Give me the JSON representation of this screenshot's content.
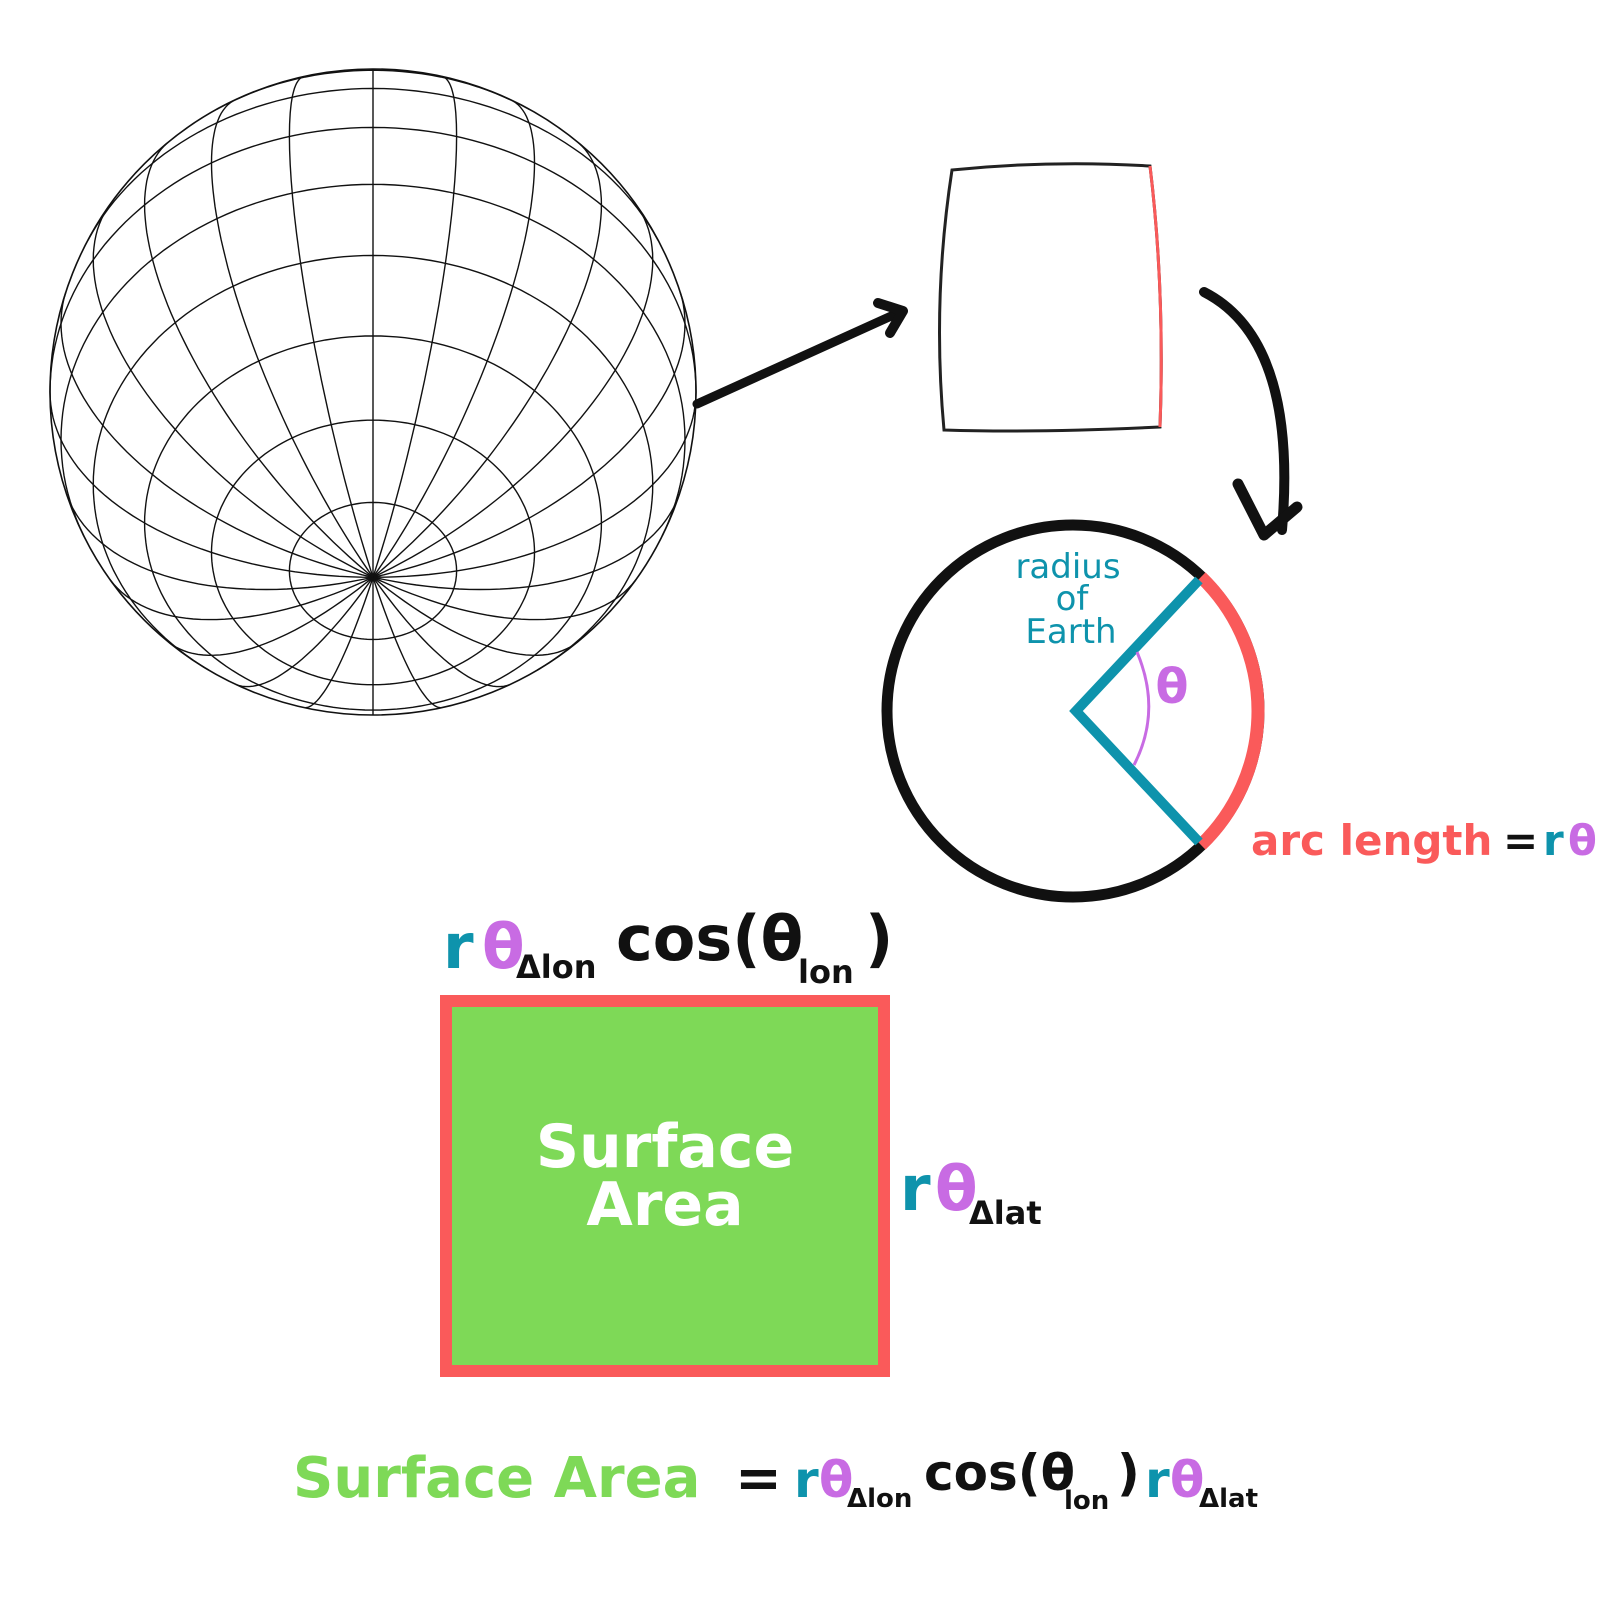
{
  "colors": {
    "teal": "#0E93AC",
    "purple": "#C86BE3",
    "red": "#FA5A5A",
    "green": "#7ED957",
    "black": "#111111",
    "white": "#FFFFFF"
  },
  "circle": {
    "radius_line1": "radius",
    "radius_line2": "of",
    "radius_line3": "Earth",
    "theta": "θ",
    "arc_text": "arc length",
    "equals": "=",
    "r": "r",
    "theta2": "θ"
  },
  "box": {
    "line1": "Surface",
    "line2": "Area",
    "top_r": "r",
    "top_theta": "θ",
    "top_sub": "Δlon",
    "top_cos": "cos(θ",
    "top_cos_sub": "lon",
    "top_close": ")",
    "right_r": "r",
    "right_theta": "θ",
    "right_sub": "Δlat"
  },
  "formula": {
    "lhs": "Surface Area",
    "equals": "=",
    "r1": "r",
    "theta1": "θ",
    "sub1": "Δlon",
    "cos": "cos(θ",
    "cos_sub": "lon",
    "close": ")",
    "r2": "r",
    "theta2": "θ",
    "sub2": "Δlat"
  }
}
